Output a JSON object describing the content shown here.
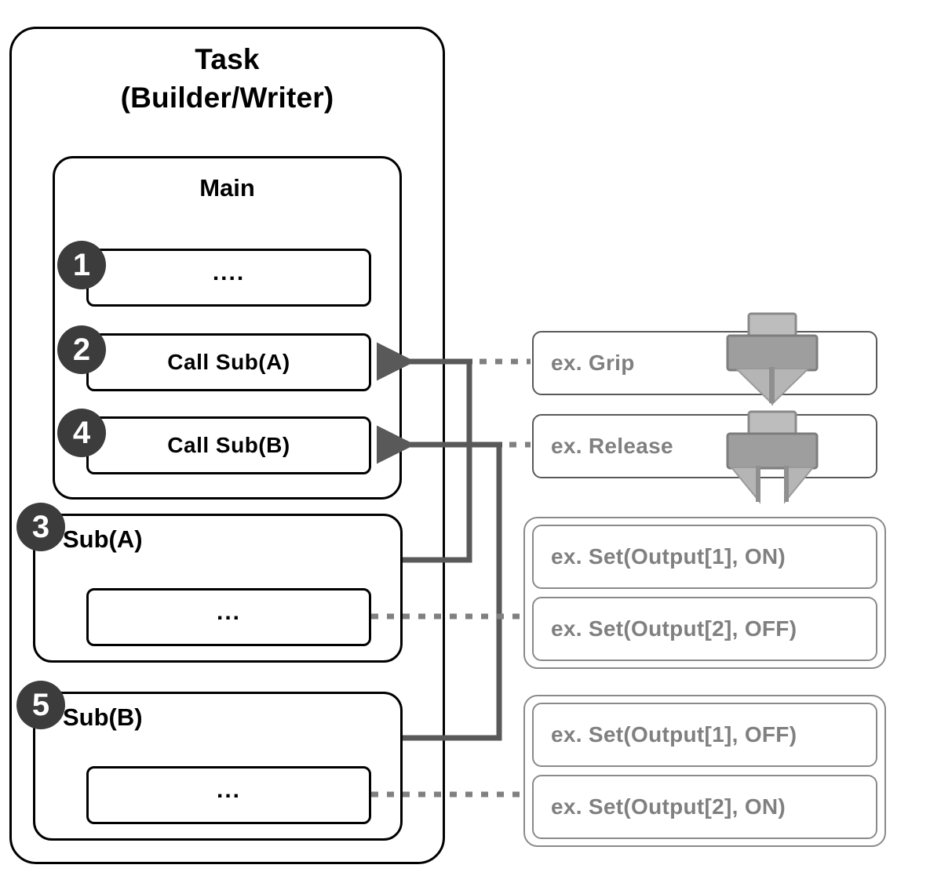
{
  "diagram": {
    "title": "Task program structure (Builder/Writer) with Main, Sub(A), Sub(B) and example robot actions",
    "task": {
      "title": "Task\n(Builder/Writer)",
      "main": {
        "title": "Main",
        "statements": [
          {
            "badge": "1",
            "text": "...."
          },
          {
            "badge": "2",
            "text": "Call  Sub(A)"
          },
          {
            "badge": "4",
            "text": "Call  Sub(B)"
          }
        ]
      },
      "subs": [
        {
          "badge": "3",
          "title": "Sub(A)",
          "statement": "..."
        },
        {
          "badge": "5",
          "title": "Sub(B)",
          "statement": "..."
        }
      ]
    },
    "actions": [
      {
        "label": "ex. Grip",
        "icon": "gripper-closed-icon"
      },
      {
        "label": "ex. Release",
        "icon": "gripper-open-icon"
      }
    ],
    "action_groups": [
      {
        "name": "sub-a-outputs",
        "items": [
          {
            "label": "ex. Set(Output[1], ON)"
          },
          {
            "label": "ex. Set(Output[2], OFF)"
          }
        ]
      },
      {
        "name": "sub-b-outputs",
        "items": [
          {
            "label": "ex. Set(Output[1], OFF)"
          },
          {
            "label": "ex. Set(Output[2], ON)"
          }
        ]
      }
    ],
    "colors": {
      "badge_fill": "#3c3c3c",
      "badge_text": "#ffffff",
      "outline_strong": "#000000",
      "outline_soft": "#8a8a8a",
      "muted_text": "#808080",
      "connector": "#595959",
      "gripper_body": "#9e9e9e",
      "gripper_stem": "#bdbdbd"
    }
  }
}
